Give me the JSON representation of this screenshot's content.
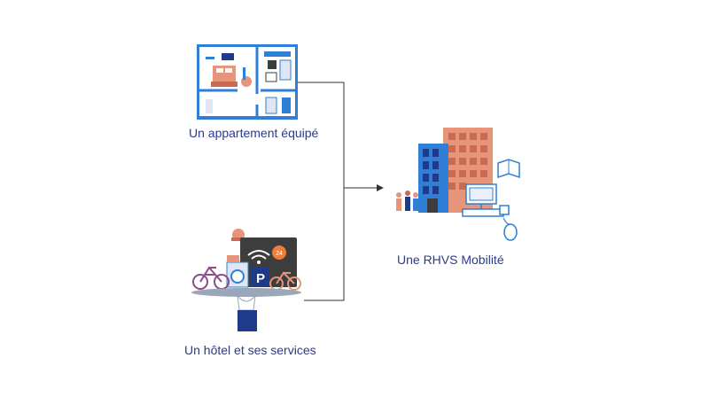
{
  "nodes": {
    "apartment": {
      "label": "Un appartement équipé",
      "icon": "apartment-floorplan-icon"
    },
    "hotel": {
      "label": "Un hôtel et ses services",
      "icon": "hotel-services-tray-icon",
      "badge": "24"
    },
    "result": {
      "label": "Une RHVS Mobilité",
      "icon": "residence-building-icon"
    }
  },
  "colors": {
    "text": "#2b3a8c",
    "line": "#333333",
    "blue": "#2f7fd6",
    "navy": "#1f3a8a",
    "salmon": "#e6957a",
    "orange": "#f07d3a",
    "dark": "#3d3d3d"
  }
}
